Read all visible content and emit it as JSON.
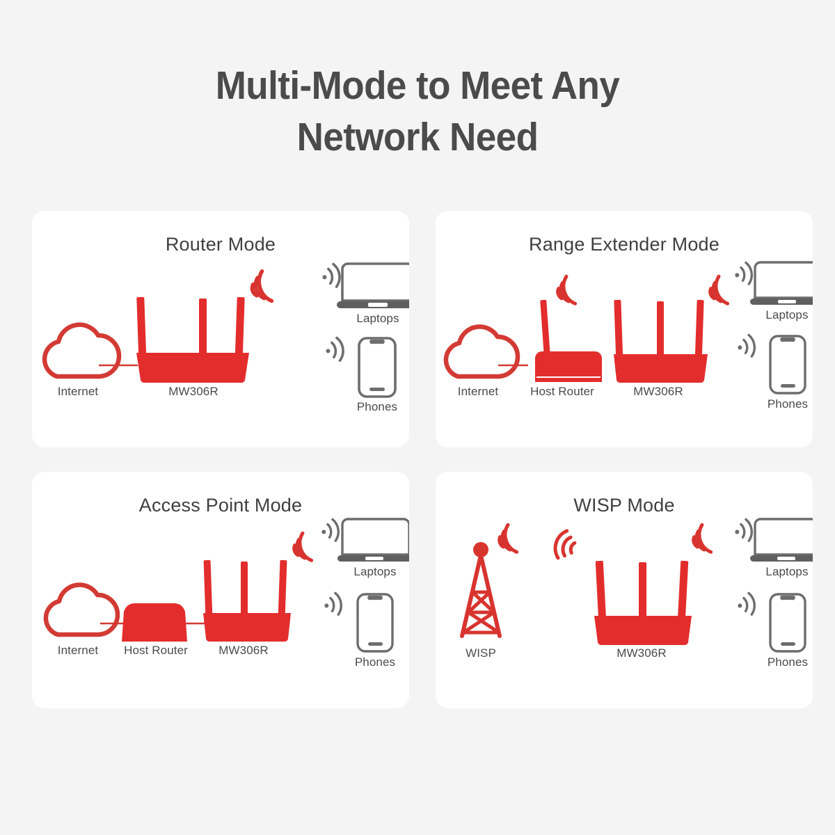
{
  "page": {
    "title": "Multi-Mode to Meet Any\nNetwork Need",
    "background_color": "#f4f4f4",
    "title_color": "#4b4b4b",
    "card_color": "#ffffff",
    "brand_red": "#e32d2d",
    "device_gray": "#575757",
    "label_color": "#4a4a4a"
  },
  "cards": [
    {
      "id": "router-mode",
      "title": "Router Mode",
      "nodes": [
        {
          "icon": "cloud-icon",
          "label": "Internet"
        },
        {
          "icon": "router-3-antenna-icon",
          "label": "MW306R"
        },
        {
          "icon": "laptop-icon",
          "label": "Laptops"
        },
        {
          "icon": "phone-icon",
          "label": "Phones"
        }
      ]
    },
    {
      "id": "range-extender-mode",
      "title": "Range Extender Mode",
      "nodes": [
        {
          "icon": "cloud-icon",
          "label": "Internet"
        },
        {
          "icon": "host-router-icon",
          "label": "Host Router"
        },
        {
          "icon": "router-3-antenna-icon",
          "label": "MW306R"
        },
        {
          "icon": "laptop-icon",
          "label": "Laptops"
        },
        {
          "icon": "phone-icon",
          "label": "Phones"
        }
      ]
    },
    {
      "id": "access-point-mode",
      "title": "Access Point Mode",
      "nodes": [
        {
          "icon": "cloud-icon",
          "label": "Internet"
        },
        {
          "icon": "host-router-box-icon",
          "label": "Host Router"
        },
        {
          "icon": "router-3-antenna-icon",
          "label": "MW306R"
        },
        {
          "icon": "laptop-icon",
          "label": "Laptops"
        },
        {
          "icon": "phone-icon",
          "label": "Phones"
        }
      ]
    },
    {
      "id": "wisp-mode",
      "title": "WISP Mode",
      "nodes": [
        {
          "icon": "cell-tower-icon",
          "label": "WISP"
        },
        {
          "icon": "router-3-antenna-icon",
          "label": "MW306R"
        },
        {
          "icon": "laptop-icon",
          "label": "Laptops"
        },
        {
          "icon": "phone-icon",
          "label": "Phones"
        }
      ]
    }
  ]
}
